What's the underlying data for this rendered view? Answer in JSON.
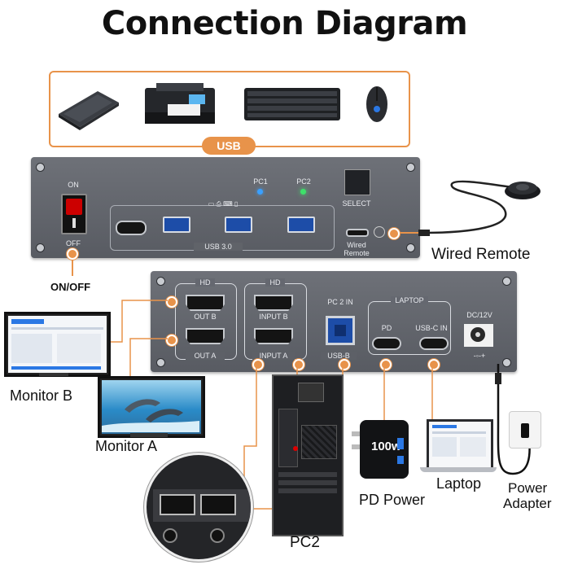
{
  "title": "Connection Diagram",
  "usb_badge": "USB",
  "front_panel": {
    "on": "ON",
    "off": "OFF",
    "pc1": "PC1",
    "pc2": "PC2",
    "select": "SELECT",
    "usb30": "USB 3.0",
    "wired_remote_port": "Wired\nRemote"
  },
  "back_panel": {
    "hd1": "HD",
    "hd2": "HD",
    "out_b": "OUT B",
    "out_a": "OUT A",
    "input_b": "INPUT B",
    "input_a": "INPUT A",
    "pc2_in": "PC 2 IN",
    "usb_b": "USB-B",
    "laptop": "LAPTOP",
    "pd": "PD",
    "usbc_in": "USB-C IN",
    "dc": "DC/12V"
  },
  "captions": {
    "on_off": "ON/OFF",
    "wired_remote": "Wired Remote",
    "monitor_b": "Monitor B",
    "monitor_a": "Monitor A",
    "pd_power": "PD Power",
    "laptop": "Laptop",
    "power_adapter_1": "Power",
    "power_adapter_2": "Adapter",
    "pc2": "PC2"
  },
  "charger_text": "100w",
  "colors": {
    "accent": "#e8934a",
    "panel": "#63666d",
    "usb_blue": "#1d4da8",
    "led_blue": "#3aa0ff",
    "led_green": "#3ee06a"
  },
  "icons": [
    "hard-drive-icon",
    "printer-icon",
    "keyboard-icon",
    "mouse-icon",
    "power-switch-icon",
    "remote-puck-icon",
    "dc-jack-icon",
    "wall-outlet-icon"
  ]
}
